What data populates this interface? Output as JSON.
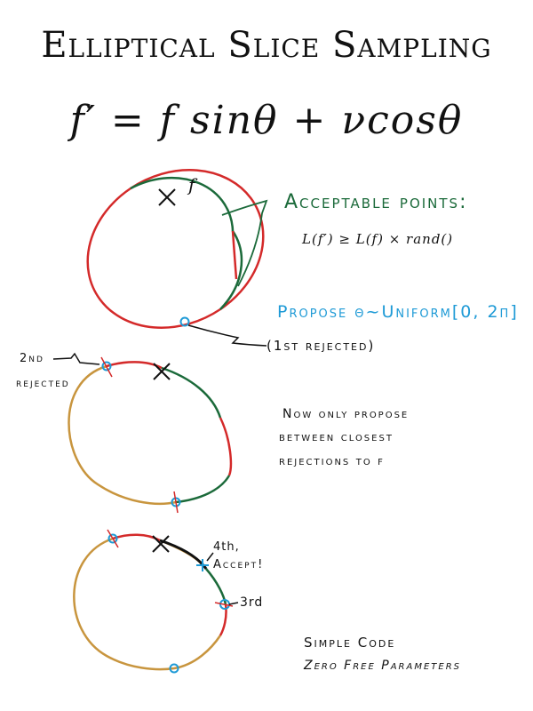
{
  "title": "Elliptical Slice Sampling",
  "formula": "f′ = f sinθ + νcosθ",
  "labels": {
    "f_point": "f",
    "acceptable_heading": "Acceptable points:",
    "acceptable_condition": "L(f′) ≥ L(f) × rand()",
    "propose": "Propose θ~Uniform[0, 2π]",
    "first_rejected": "(1st rejected)",
    "second": "2nd",
    "second_rejected": "rejected",
    "now_line1": "Now only propose",
    "now_line2": "between closest",
    "now_line3": "rejections to f",
    "fourth": "4th,",
    "accept": "Accept!",
    "third": "3rd",
    "simple_code": "Simple Code",
    "zero_free": "Zero Free Parameters"
  },
  "colors": {
    "accept": "#1b6a3a",
    "reject": "#d42a2a",
    "bracket": "#c8953e",
    "propose": "#1e9ad6",
    "ink": "#111111"
  }
}
